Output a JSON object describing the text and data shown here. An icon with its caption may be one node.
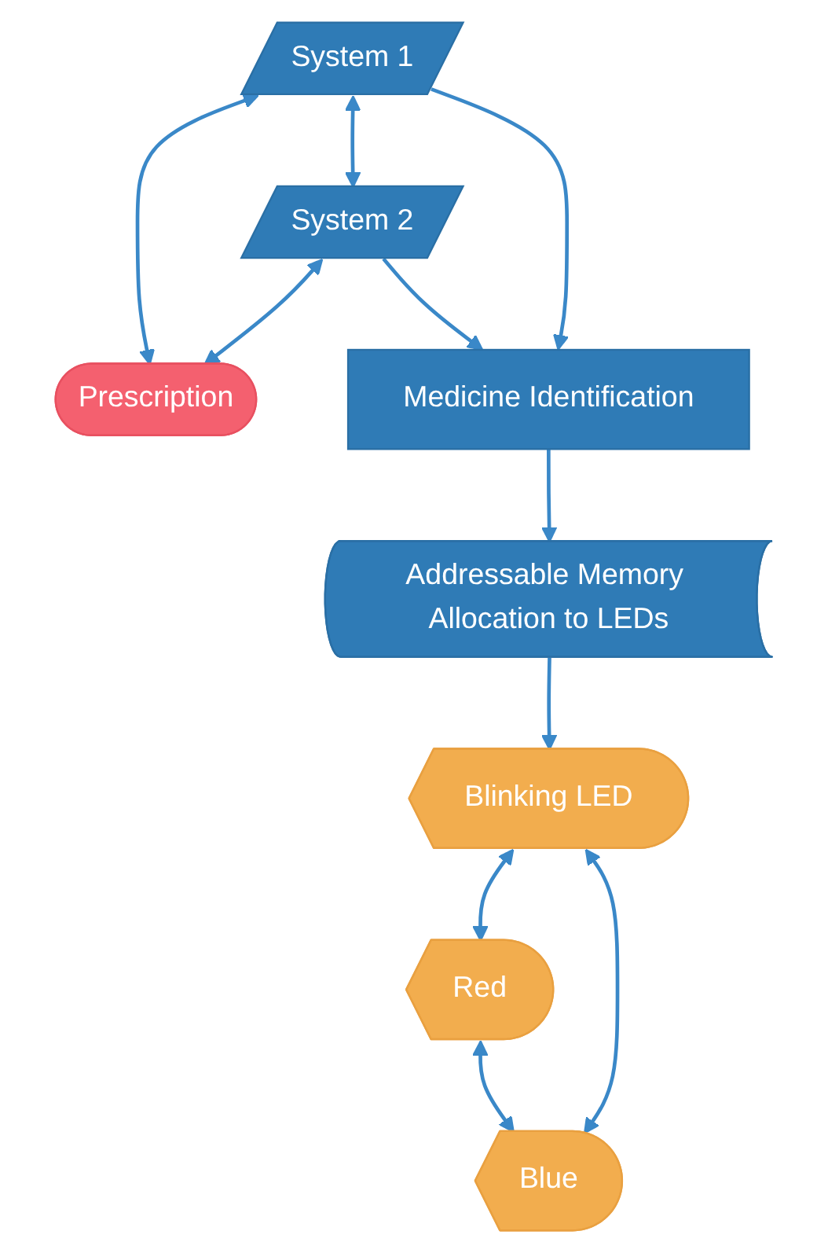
{
  "diagram": {
    "nodes": [
      {
        "text": [
          "Prescription"
        ]
      },
      {
        "text": [
          "System 1"
        ]
      },
      {
        "text": [
          "System 2"
        ]
      },
      {
        "text": [
          "Medicine Identification"
        ]
      },
      {
        "text": [
          "Addressable Memory Allocation to LEDs"
        ]
      },
      {
        "text": [
          "Blinking LED"
        ]
      },
      {
        "text": [
          "Red"
        ]
      },
      {
        "text": [
          "Blue"
        ]
      }
    ],
    "edges": [
      {
        "from": 1,
        "to": 0,
        "arrow": "both"
      },
      {
        "from": 2,
        "to": 0,
        "arrow": "both"
      },
      {
        "from": 1,
        "to": 2,
        "arrow": "both"
      },
      {
        "from": 1,
        "to": 3,
        "arrow": "to"
      },
      {
        "from": 2,
        "to": 3,
        "arrow": "to"
      },
      {
        "from": 3,
        "to": 4,
        "arrow": "to"
      },
      {
        "from": 4,
        "to": 5,
        "arrow": "to"
      },
      {
        "from": 5,
        "to": 6,
        "arrow": "both"
      },
      {
        "from": 5,
        "to": 7,
        "arrow": "both"
      },
      {
        "from": 6,
        "to": 7,
        "arrow": "both"
      }
    ]
  }
}
